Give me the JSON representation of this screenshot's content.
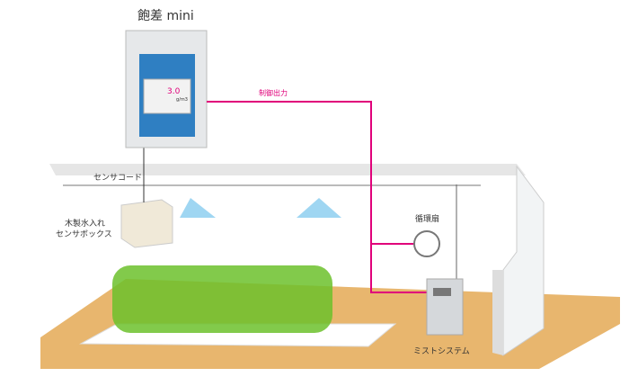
{
  "device": {
    "title": "飽差 mini",
    "display_value": "3.0",
    "display_unit": "g/m3"
  },
  "labels": {
    "control_output": "制御出力",
    "sensor_cord": "センサコード",
    "sensor_box_line1": "木製水入れ",
    "sensor_box_line2": "センサボックス",
    "fan": "循環扇",
    "mist_system": "ミストシステム"
  },
  "colors": {
    "control_line": "#e0007a",
    "floor": "#e8b66e",
    "panel": "#2f7fc2"
  }
}
